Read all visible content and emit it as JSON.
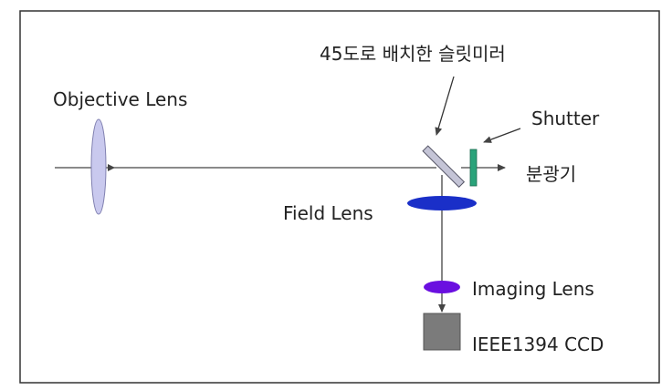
{
  "labels": {
    "slit_mirror": "45도로 배치한 슬릿미러",
    "objective_lens": "Objective Lens",
    "shutter": "Shutter",
    "spectrometer": "분광기",
    "field_lens": "Field Lens",
    "imaging_lens": "Imaging Lens",
    "ccd": "IEEE1394 CCD"
  },
  "colors": {
    "frame": "#333333",
    "beam": "#444444",
    "objective_lens_fill": "#c9c9ee",
    "mirror_fill": "#c4c4d6",
    "shutter_fill": "#2aa37a",
    "field_lens_fill": "#1a2fc8",
    "imaging_lens_fill": "#6a0fe0",
    "ccd_fill": "#7b7b7b"
  }
}
